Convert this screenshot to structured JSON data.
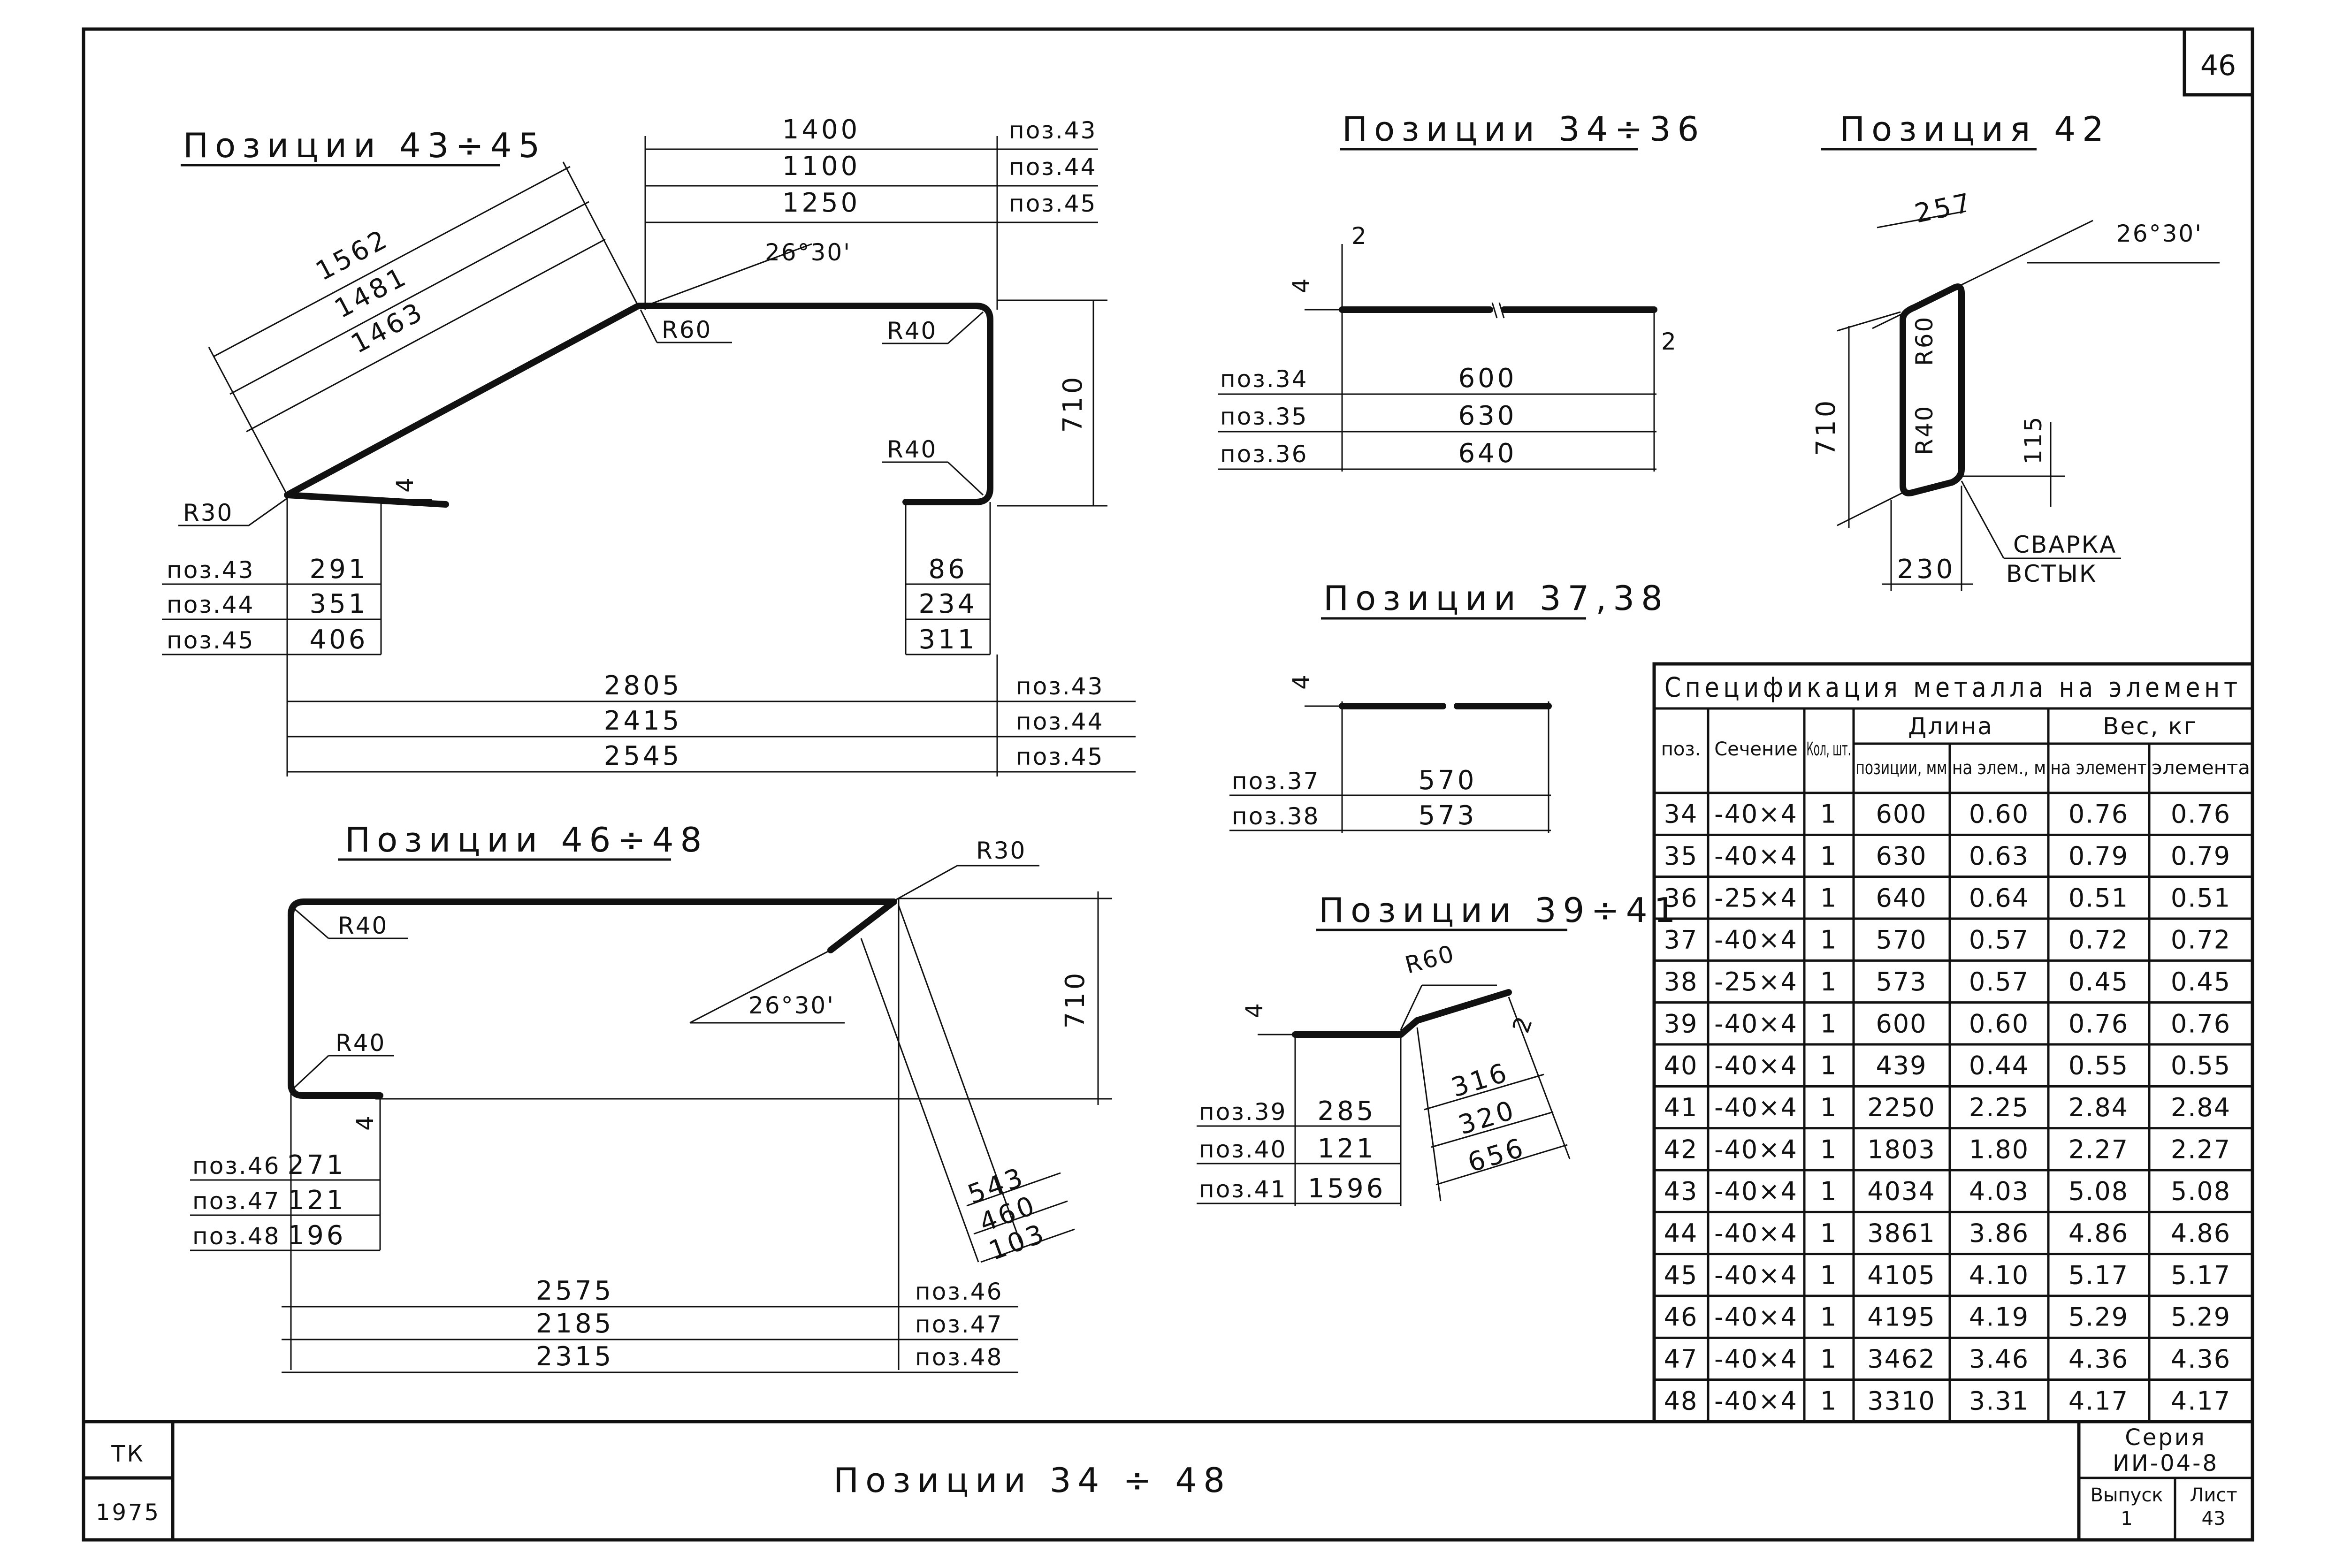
{
  "sheet_number": "46",
  "titles": {
    "pos_43_45": "Позиции 43÷45",
    "pos_34_36": "Позиции 34÷36",
    "pos_42": "Позиция 42",
    "pos_37_38": "Позиции 37,38",
    "pos_39_41": "Позиции 39÷41",
    "pos_46_48": "Позиции 46÷48"
  },
  "d4345": {
    "top": [
      "1400",
      "1100",
      "1250"
    ],
    "top_refs": [
      "поз.43",
      "поз.44",
      "поз.45"
    ],
    "diag": [
      "1562",
      "1481",
      "1463"
    ],
    "angle": "26°30'",
    "r60": "R60",
    "r40a": "R40",
    "r40b": "R40",
    "r30": "R30",
    "h": "710",
    "t": "4",
    "left_refs": [
      "поз.43",
      "поз.44",
      "поз.45"
    ],
    "left_vals": [
      "291",
      "351",
      "406"
    ],
    "right_vals": [
      "86",
      "234",
      "311"
    ],
    "bottom": [
      "2805",
      "2415",
      "2545"
    ],
    "bottom_refs": [
      "поз.43",
      "поз.44",
      "поз.45"
    ]
  },
  "d3436": {
    "t1": "4",
    "t2": "2",
    "t3": "2",
    "refs": [
      "поз.34",
      "поз.35",
      "поз.36"
    ],
    "vals": [
      "600",
      "630",
      "640"
    ]
  },
  "d42": {
    "top": "257",
    "angle": "26°30'",
    "h": "710",
    "r60": "R60",
    "r40": "R40",
    "h2": "115",
    "bottom": "230",
    "weld1": "СВАРКА",
    "weld2": "ВСТЫК"
  },
  "d3738": {
    "t": "4",
    "refs": [
      "поз.37",
      "поз.38"
    ],
    "vals": [
      "570",
      "573"
    ]
  },
  "d3941": {
    "r60": "R60",
    "t1": "4",
    "t2": "2",
    "refs": [
      "поз.39",
      "поз.40",
      "поз.41"
    ],
    "vals": [
      "285",
      "121",
      "1596"
    ],
    "slant": [
      "316",
      "320",
      "656"
    ]
  },
  "d4648": {
    "r30": "R30",
    "r40a": "R40",
    "r40b": "R40",
    "angle": "26°30'",
    "h": "710",
    "t": "4",
    "refs": [
      "поз.46",
      "поз.47",
      "поз.48"
    ],
    "vals": [
      "271",
      "121",
      "196"
    ],
    "slant": [
      "543",
      "460",
      "103"
    ],
    "bottom": [
      "2575",
      "2185",
      "2315"
    ],
    "bottom_refs": [
      "поз.46",
      "поз.47",
      "поз.48"
    ]
  },
  "spec": {
    "title": "Спецификация металла на элемент",
    "headers": {
      "pos": "поз.",
      "section": "Сечение",
      "qty": "Кол, шт.",
      "length": "Длина",
      "len_pos": "позиции, мм",
      "len_elem": "на элем., м",
      "weight": "Вес, кг",
      "w_elem": "на элемент",
      "w_total": "элемента"
    },
    "rows": [
      [
        "34",
        "-40×4",
        "1",
        "600",
        "0.60",
        "0.76",
        "0.76"
      ],
      [
        "35",
        "-40×4",
        "1",
        "630",
        "0.63",
        "0.79",
        "0.79"
      ],
      [
        "36",
        "-25×4",
        "1",
        "640",
        "0.64",
        "0.51",
        "0.51"
      ],
      [
        "37",
        "-40×4",
        "1",
        "570",
        "0.57",
        "0.72",
        "0.72"
      ],
      [
        "38",
        "-25×4",
        "1",
        "573",
        "0.57",
        "0.45",
        "0.45"
      ],
      [
        "39",
        "-40×4",
        "1",
        "600",
        "0.60",
        "0.76",
        "0.76"
      ],
      [
        "40",
        "-40×4",
        "1",
        "439",
        "0.44",
        "0.55",
        "0.55"
      ],
      [
        "41",
        "-40×4",
        "1",
        "2250",
        "2.25",
        "2.84",
        "2.84"
      ],
      [
        "42",
        "-40×4",
        "1",
        "1803",
        "1.80",
        "2.27",
        "2.27"
      ],
      [
        "43",
        "-40×4",
        "1",
        "4034",
        "4.03",
        "5.08",
        "5.08"
      ],
      [
        "44",
        "-40×4",
        "1",
        "3861",
        "3.86",
        "4.86",
        "4.86"
      ],
      [
        "45",
        "-40×4",
        "1",
        "4105",
        "4.10",
        "5.17",
        "5.17"
      ],
      [
        "46",
        "-40×4",
        "1",
        "4195",
        "4.19",
        "5.29",
        "5.29"
      ],
      [
        "47",
        "-40×4",
        "1",
        "3462",
        "3.46",
        "4.36",
        "4.36"
      ],
      [
        "48",
        "-40×4",
        "1",
        "3310",
        "3.31",
        "4.17",
        "4.17"
      ]
    ]
  },
  "stamp": {
    "org": "ТК",
    "year": "1975",
    "title": "Позиции 34 ÷ 48",
    "series_label": "Серия",
    "series": "ИИ-04-8",
    "issue_label": "Выпуск",
    "issue": "1",
    "sheet_label": "Лист",
    "sheet": "43"
  }
}
